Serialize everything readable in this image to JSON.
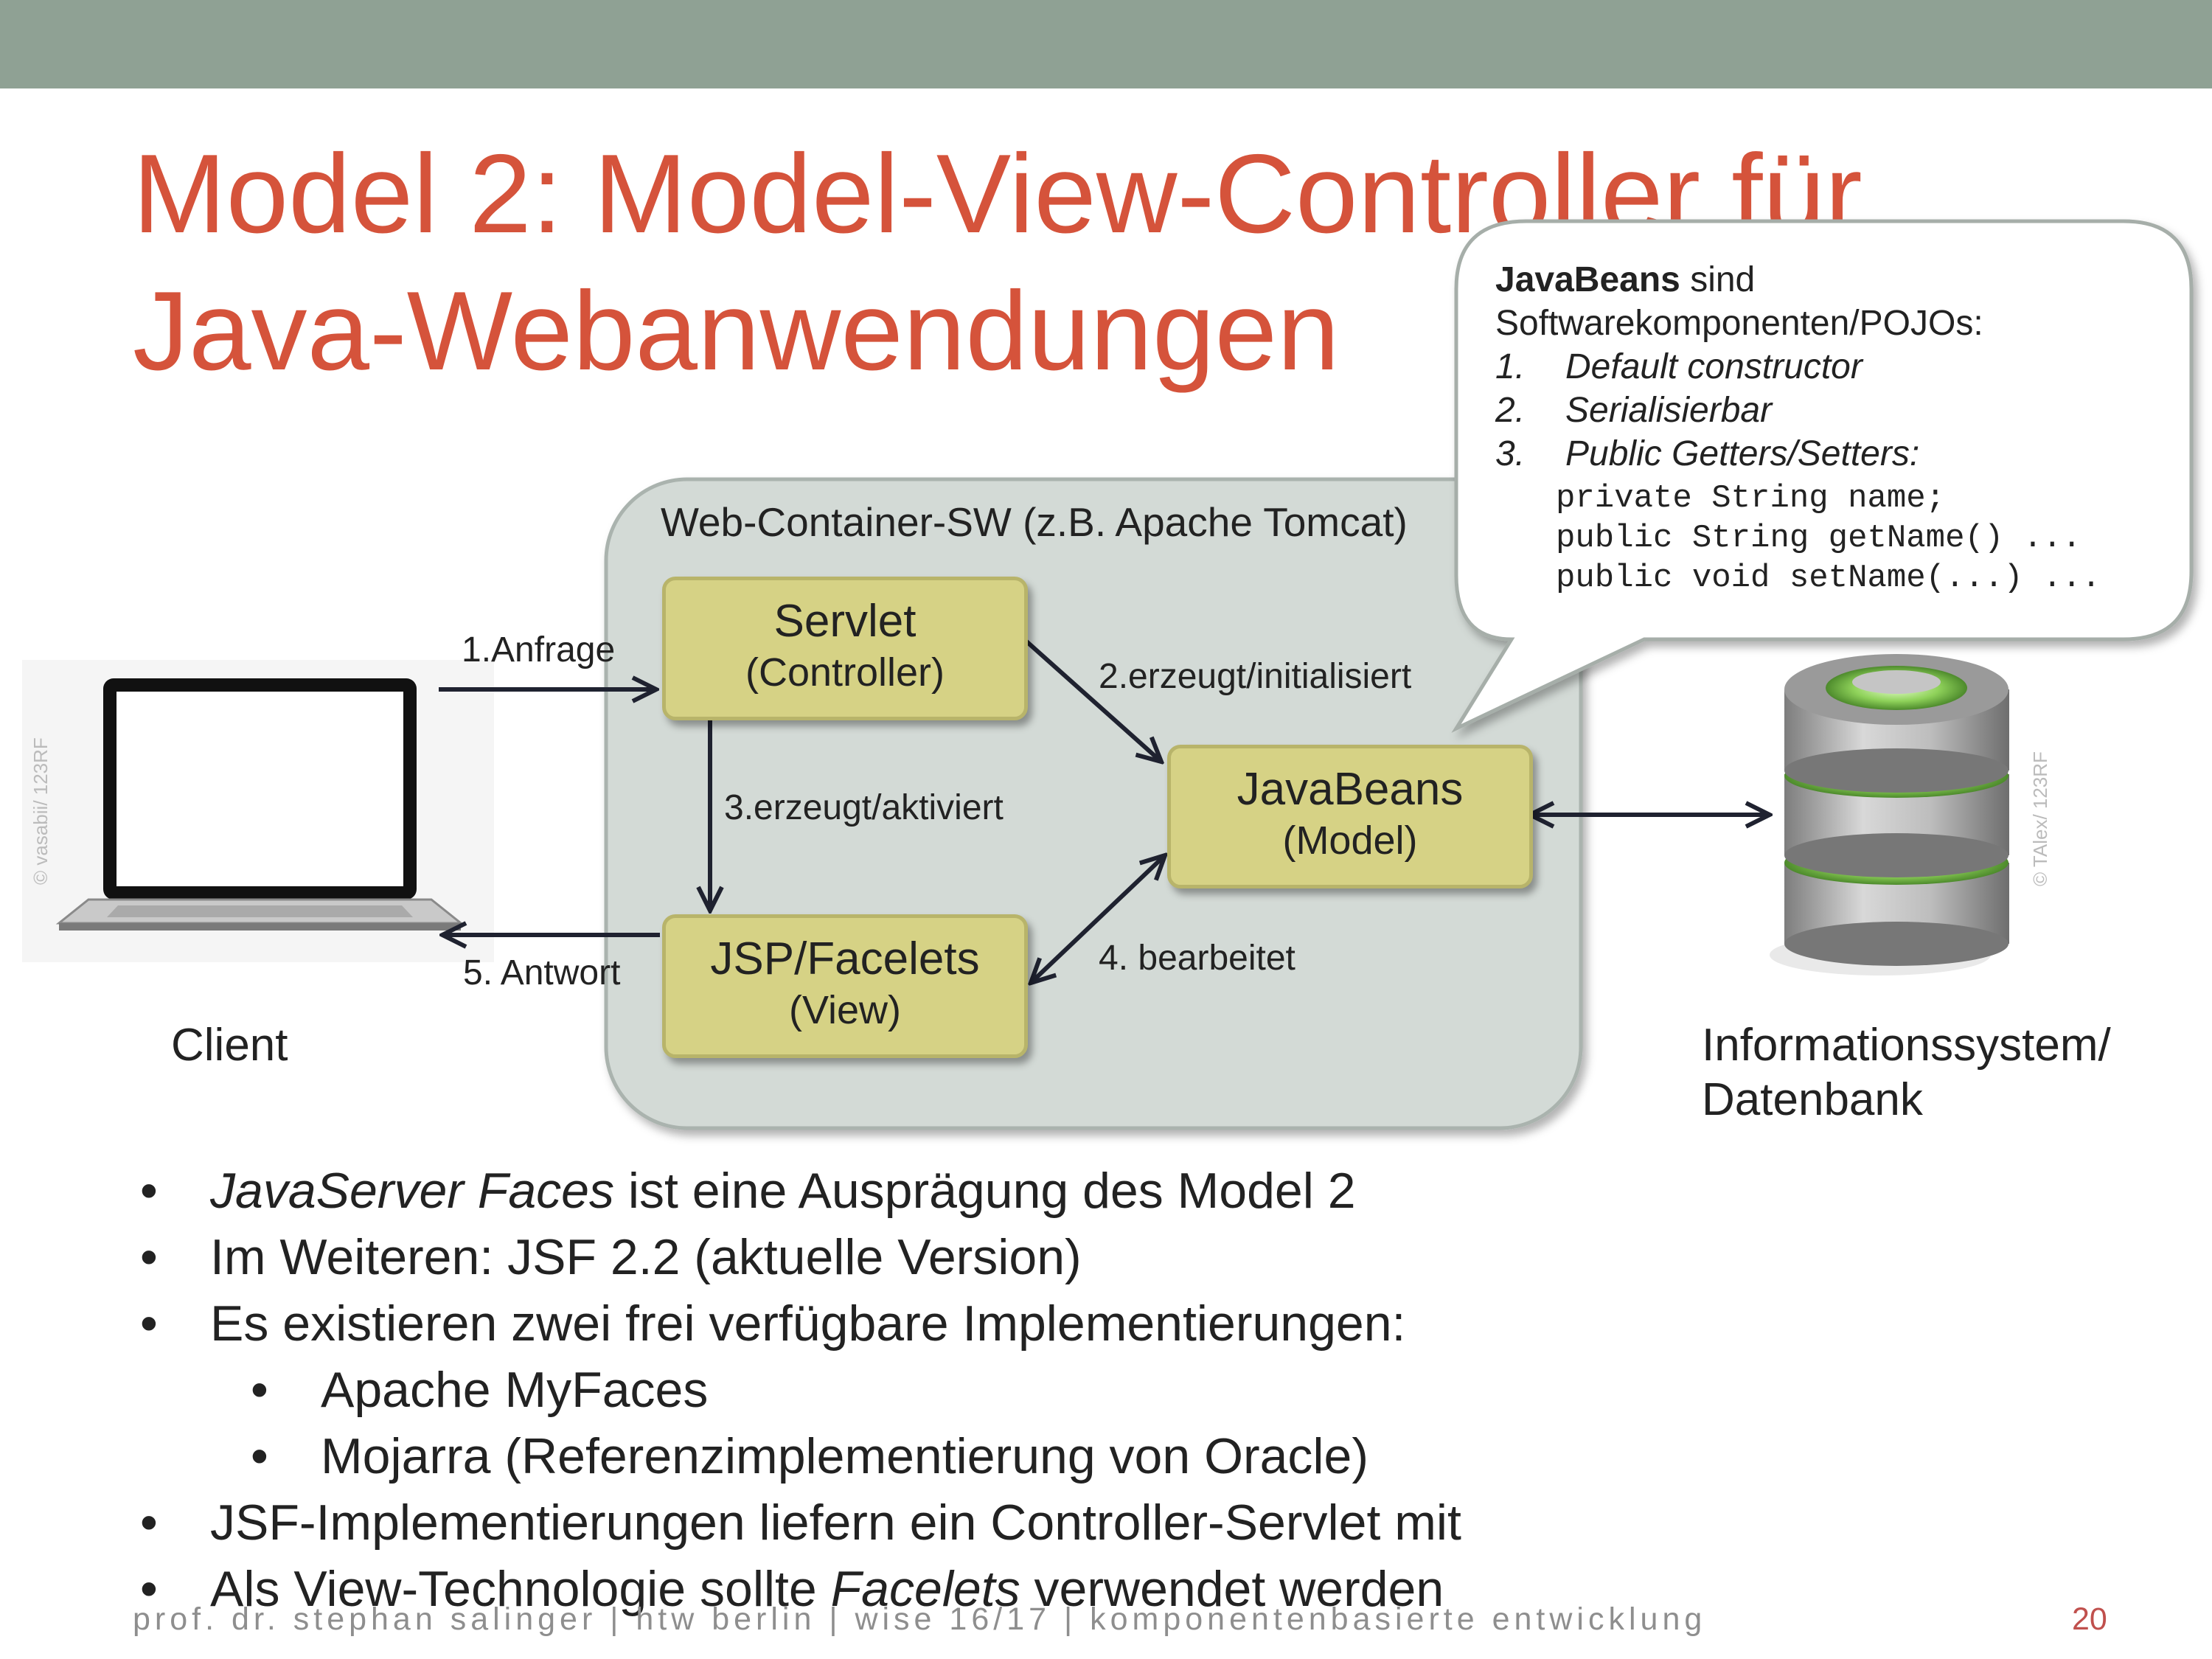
{
  "slide": {
    "title_line1": "Model 2: Model-View-Controller für",
    "title_line2": "Java-Webanwendungen",
    "page_number": "20",
    "footer": "prof. dr. stephan salinger | htw berlin | wise 16/17 | komponentenbasierte entwicklung"
  },
  "diagram": {
    "container_label": "Web-Container-SW (z.B. Apache Tomcat)",
    "servlet": {
      "title": "Servlet",
      "subtitle": "(Controller)"
    },
    "javabeans": {
      "title": "JavaBeans",
      "subtitle": "(Model)"
    },
    "jsp": {
      "title": "JSP/Facelets",
      "subtitle": "(View)"
    },
    "edges": {
      "anfrage": "1.Anfrage",
      "erzeugt_initialisiert": "2.erzeugt/initialisiert",
      "erzeugt_aktiviert": "3.erzeugt/aktiviert",
      "bearbeitet": "4. bearbeitet",
      "antwort": "5. Antwort"
    },
    "client_label": "Client",
    "db_label_line1": "Informationssystem/",
    "db_label_line2": "Datenbank",
    "credit_left": "© vasabii/ 123RF",
    "credit_right": "© TAlex/ 123RF"
  },
  "callout": {
    "bold": "JavaBeans",
    "text1": " sind",
    "text2": "Softwarekomponenten/POJOs:",
    "items": [
      {
        "num": "1.",
        "text": "Default constructor"
      },
      {
        "num": "2.",
        "text": "Serialisierbar"
      },
      {
        "num": "3.",
        "text": "Public Getters/Setters:"
      }
    ],
    "code": [
      "private String name;",
      "public String getName() ...",
      "public void setName(...) ..."
    ]
  },
  "bullets": {
    "b1_italic": "JavaServer Faces",
    "b1_rest": " ist eine Ausprägung des Model 2",
    "b2": "Im Weiteren: JSF 2.2 (aktuelle Version)",
    "b3": "Es existieren zwei frei verfügbare Implementierungen:",
    "b3_sub1": "Apache MyFaces",
    "b3_sub2": "Mojarra (Referenzimplementierung von Oracle)",
    "b4": "JSF-Implementierungen liefern ein Controller-Servlet mit",
    "b5_pre": "Als View-Technologie sollte ",
    "b5_italic": "Facelets",
    "b5_post": " verwendet werden"
  },
  "colors": {
    "topbar": "#8fa194",
    "title": "#d5533b",
    "box_fill": "#d6d285",
    "container_fill": "#d3dad6",
    "page_number": "#c0504d"
  },
  "icons": [
    "laptop-icon",
    "database-icon"
  ]
}
